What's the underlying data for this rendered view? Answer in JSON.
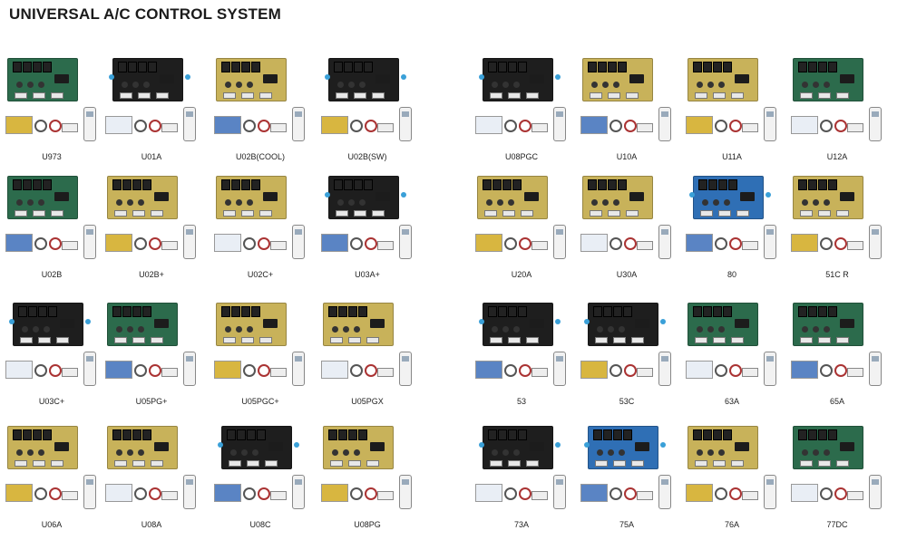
{
  "header": {
    "title": "UNIVERSAL A/C CONTROL SYSTEM"
  },
  "colors": {
    "board_green": "#2c6b4c",
    "board_yellow": "#c8b25a",
    "board_black": "#1e1e1e",
    "board_blue": "#2f6fb5",
    "mount_tab": "#3aa0d8"
  },
  "icons": {
    "board": "pcb-board-icon",
    "remote": "remote-control-icon",
    "sensor": "temperature-sensor-icon",
    "box": "package-box-icon"
  },
  "products": [
    {
      "model": "U973",
      "board": "green"
    },
    {
      "model": "U01A",
      "board": "black"
    },
    {
      "model": "U02B(COOL)",
      "board": "yellow"
    },
    {
      "model": "U02B(SW)",
      "board": "black"
    },
    {
      "model": "U08PGC",
      "board": "black"
    },
    {
      "model": "U10A",
      "board": "yellow"
    },
    {
      "model": "U11A",
      "board": "yellow"
    },
    {
      "model": "U12A",
      "board": "green"
    },
    {
      "model": "U02B",
      "board": "green"
    },
    {
      "model": "U02B+",
      "board": "yellow"
    },
    {
      "model": "U02C+",
      "board": "yellow"
    },
    {
      "model": "U03A+",
      "board": "black"
    },
    {
      "model": "U20A",
      "board": "yellow"
    },
    {
      "model": "U30A",
      "board": "yellow"
    },
    {
      "model": "80",
      "board": "blue"
    },
    {
      "model": "51C  R",
      "board": "yellow"
    },
    {
      "model": "U03C+",
      "board": "black"
    },
    {
      "model": "U05PG+",
      "board": "green"
    },
    {
      "model": "U05PGC+",
      "board": "yellow"
    },
    {
      "model": "U05PGX",
      "board": "yellow"
    },
    {
      "model": "53",
      "board": "black"
    },
    {
      "model": "53C",
      "board": "black"
    },
    {
      "model": "63A",
      "board": "green"
    },
    {
      "model": "65A",
      "board": "green"
    },
    {
      "model": "U06A",
      "board": "yellow"
    },
    {
      "model": "U08A",
      "board": "yellow"
    },
    {
      "model": "U08C",
      "board": "black"
    },
    {
      "model": "U08PG",
      "board": "yellow"
    },
    {
      "model": "73A",
      "board": "black"
    },
    {
      "model": "75A",
      "board": "blue"
    },
    {
      "model": "76A",
      "board": "yellow"
    },
    {
      "model": "77DC",
      "board": "green"
    }
  ]
}
